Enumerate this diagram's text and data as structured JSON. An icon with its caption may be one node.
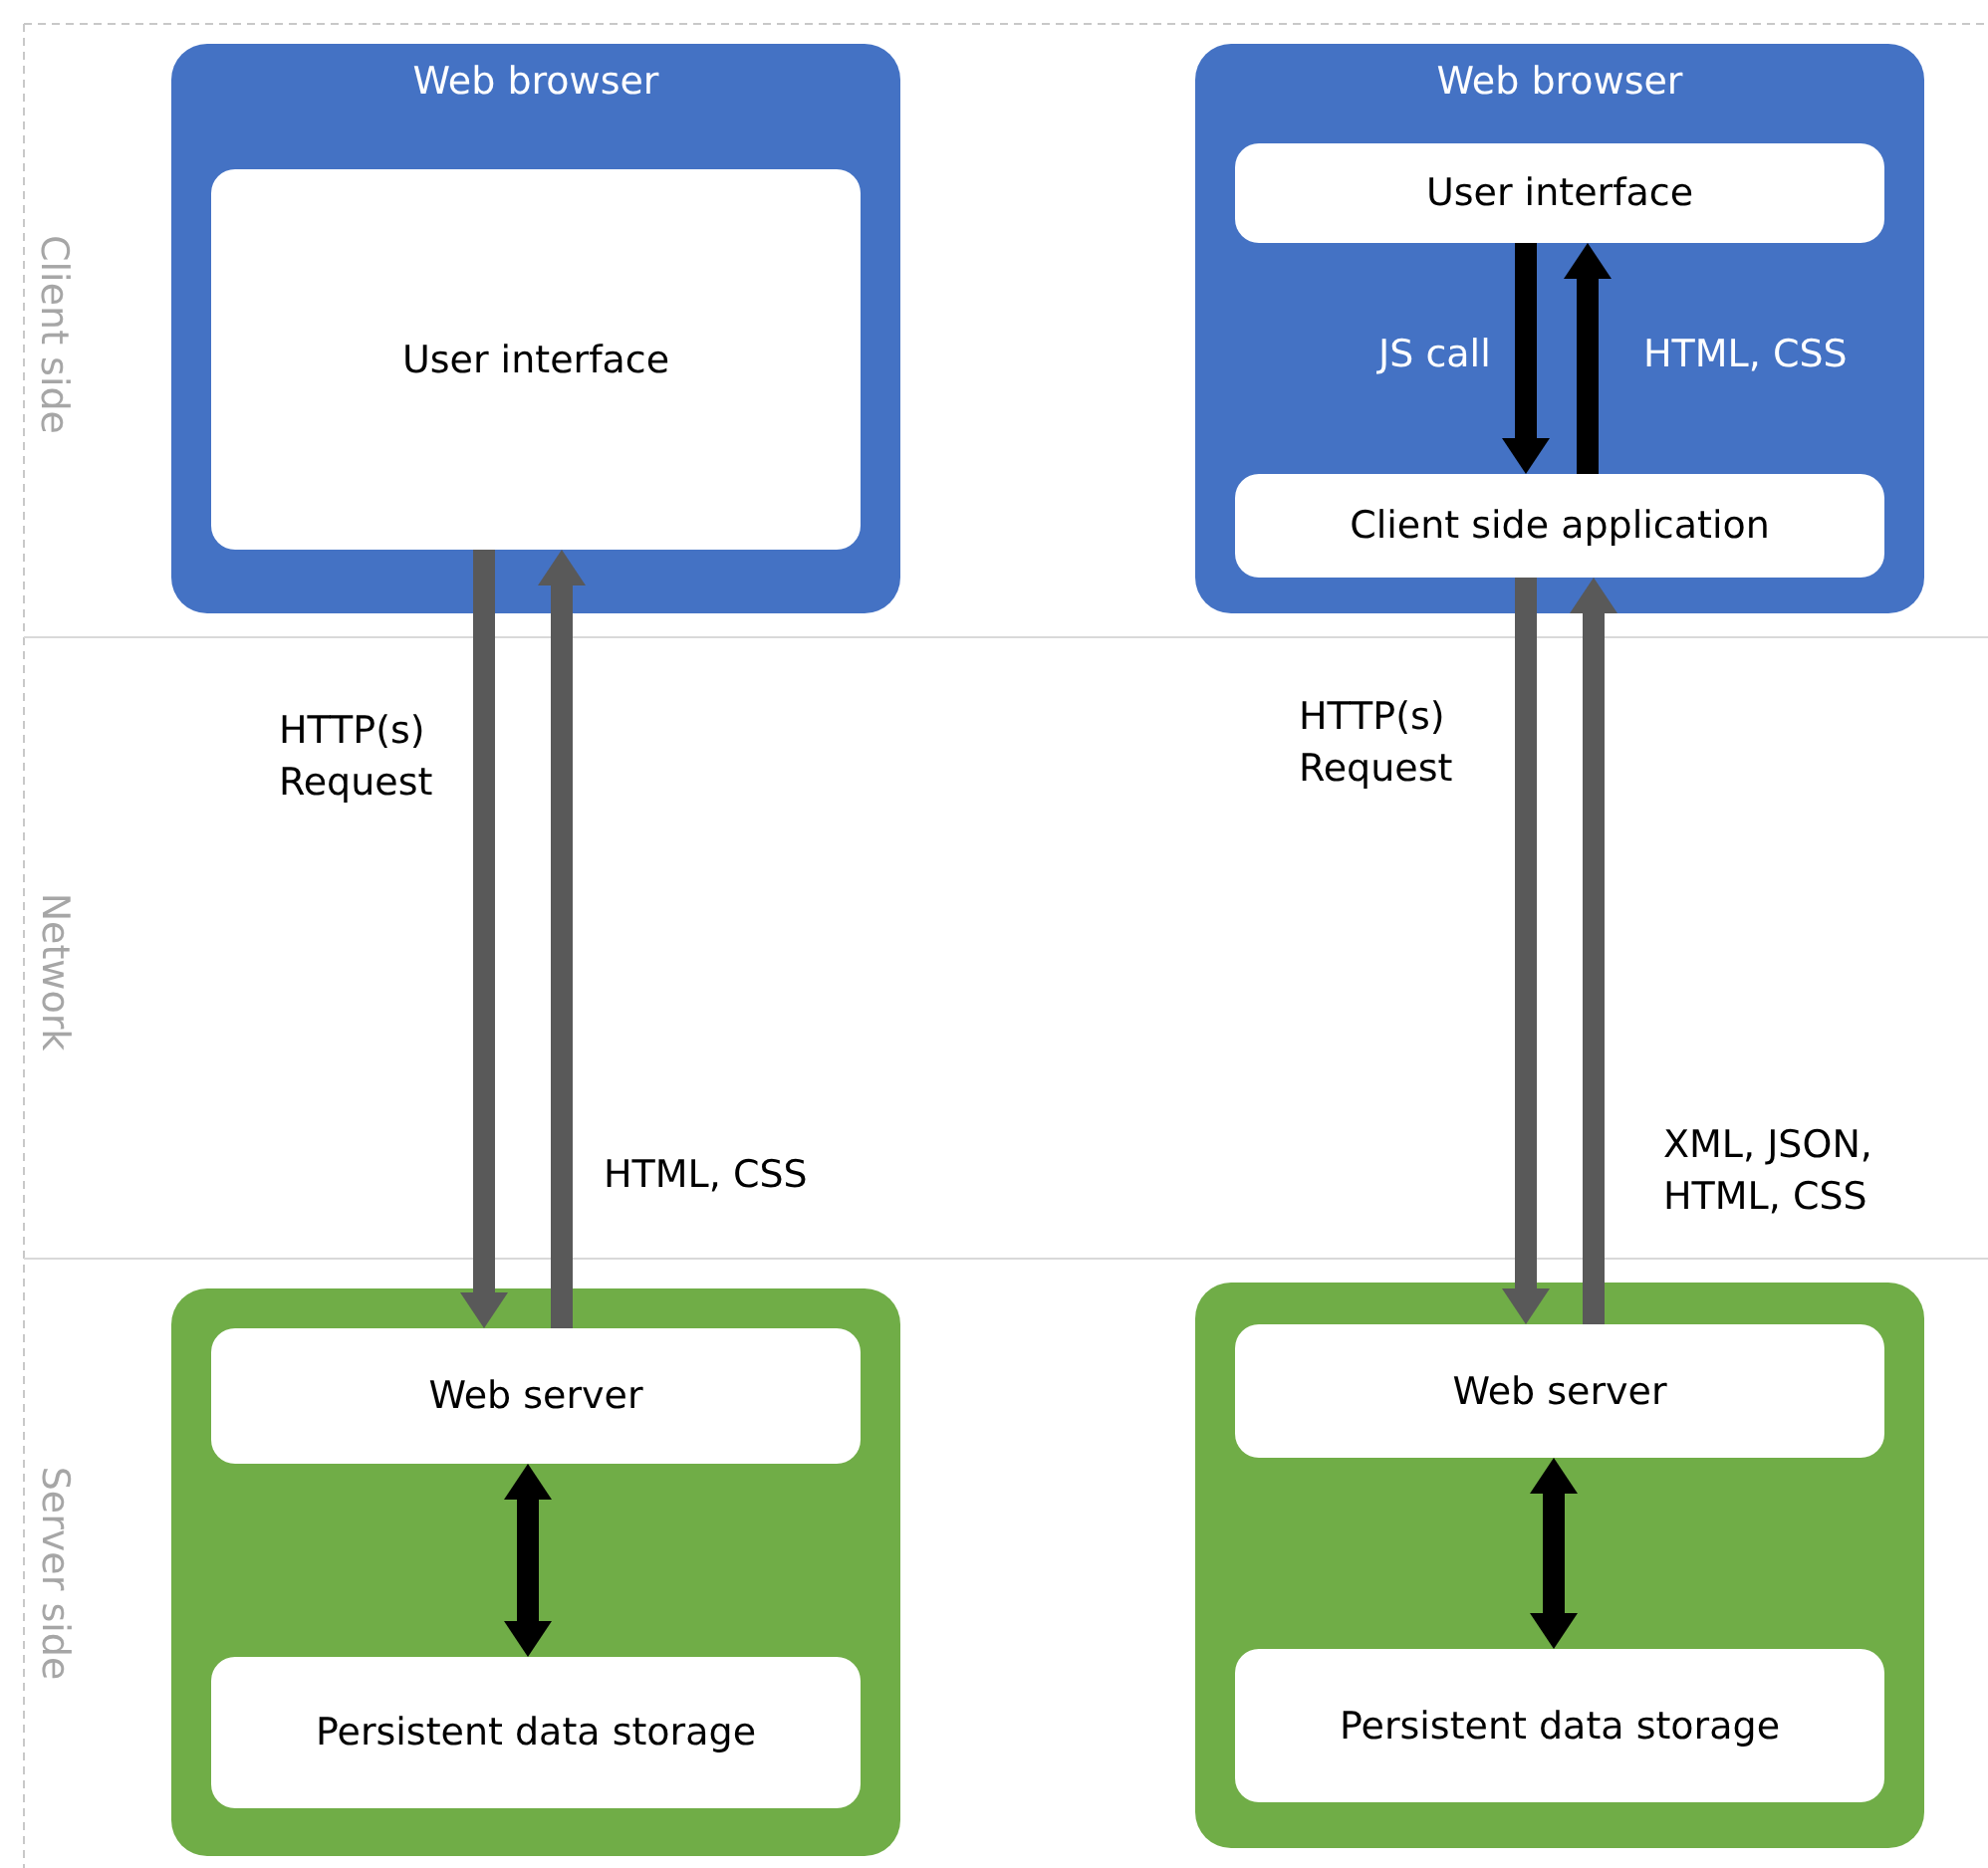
{
  "diagram": {
    "nodes": [
      {
        "text": [
          "Web browser"
        ]
      },
      {
        "text": [
          "User interface"
        ],
        "in": 0
      },
      {
        "text": [],
        "shape": "box"
      },
      {
        "text": [
          "Web server"
        ],
        "in": 2
      },
      {
        "text": [
          "Persistent data storage"
        ],
        "in": 2
      },
      {
        "text": [
          "Web browser"
        ]
      },
      {
        "text": [
          "User interface"
        ],
        "in": 5
      },
      {
        "text": [
          "Client side application"
        ],
        "in": 5
      },
      {
        "text": [],
        "shape": "box"
      },
      {
        "text": [
          "Web server"
        ],
        "in": 8
      },
      {
        "text": [
          "Persistent data storage"
        ],
        "in": 8
      }
    ],
    "edges": [
      {
        "from": 1,
        "to": 3,
        "arrow": "to",
        "label": "HTTP(s) Request"
      },
      {
        "from": 3,
        "to": 1,
        "arrow": "to",
        "label": "HTML, CSS"
      },
      {
        "from": 3,
        "to": 4,
        "arrow": "both",
        "color": "#000000"
      },
      {
        "from": 6,
        "to": 7,
        "arrow": "to",
        "label": "JS call",
        "color": "#000000"
      },
      {
        "from": 7,
        "to": 6,
        "arrow": "to",
        "label": "HTML, CSS",
        "color": "#000000"
      },
      {
        "from": 7,
        "to": 9,
        "arrow": "to",
        "label": "HTTP(s) Request"
      },
      {
        "from": 9,
        "to": 7,
        "arrow": "to",
        "label": "XML, JSON, HTML, CSS"
      },
      {
        "from": 9,
        "to": 10,
        "arrow": "both",
        "color": "#000000"
      }
    ],
    "labels": [
      "Client side",
      "Network",
      "Server side"
    ]
  }
}
